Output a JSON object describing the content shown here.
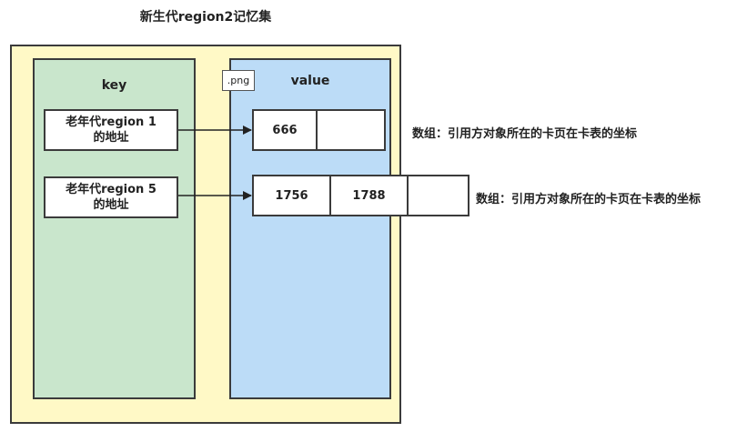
{
  "title": "新生代region2记忆集",
  "key_panel": {
    "label": "key"
  },
  "value_panel": {
    "label": "value"
  },
  "file_tag": ".png",
  "entries": [
    {
      "key_line1": "老年代region 1",
      "key_line2": "的地址",
      "cells": [
        "666",
        ""
      ],
      "note": "数组：引用方对象所在的卡页在卡表的坐标"
    },
    {
      "key_line1": "老年代region 5",
      "key_line2": "的地址",
      "cells": [
        "1756",
        "1788",
        ""
      ],
      "note": "数组：引用方对象所在的卡页在卡表的坐标"
    }
  ],
  "colors": {
    "outer_fill": "#fff9c6",
    "key_fill": "#c9e6cc",
    "value_fill": "#bcdcf7",
    "stroke": "#3b3b3b"
  }
}
